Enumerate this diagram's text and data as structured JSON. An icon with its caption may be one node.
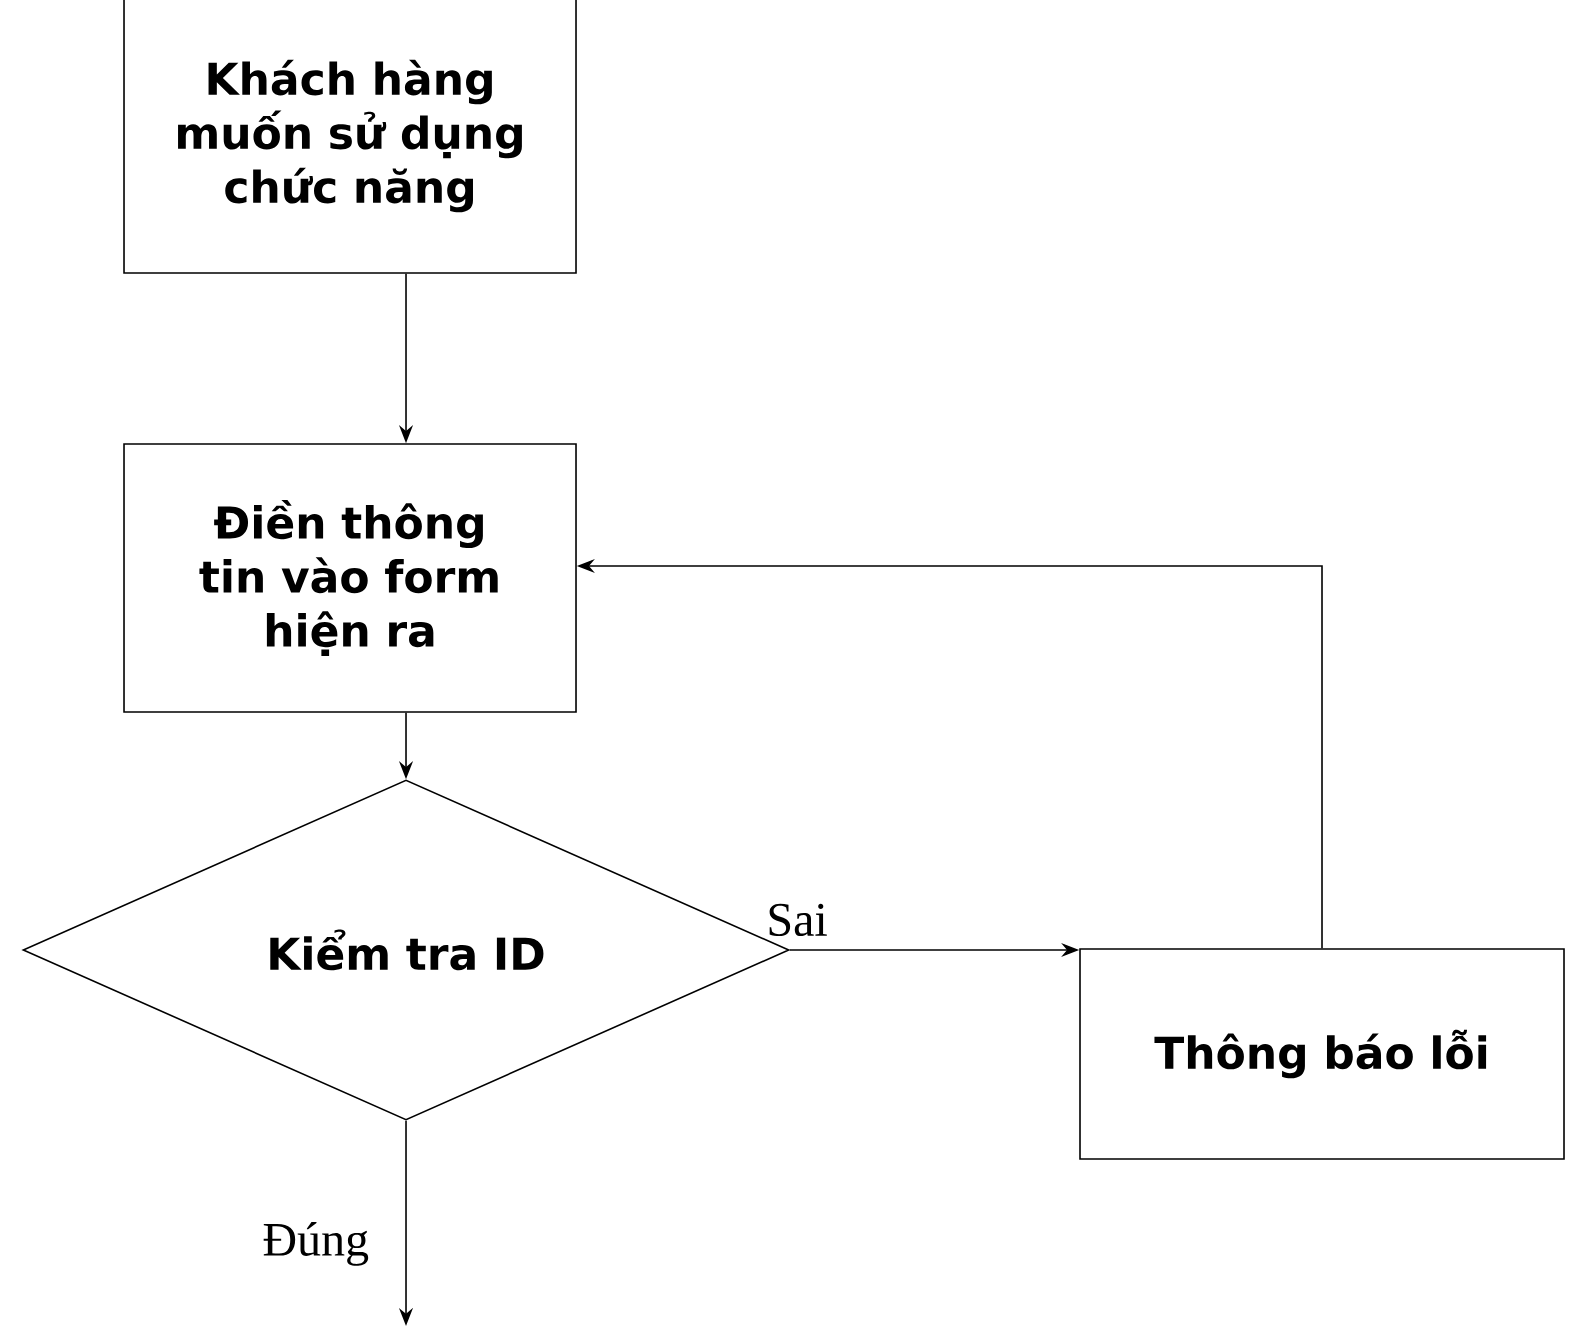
{
  "diagram": {
    "nodes": [
      {
        "text": [
          "Khách hàng muốn sử dụng chức năng"
        ]
      },
      {
        "text": [
          "Điền thông tin vào form hiện ra"
        ]
      },
      {
        "text": [
          "Kiểm tra ID"
        ]
      },
      {
        "text": [
          "Thông báo lỗi"
        ]
      }
    ],
    "edges": [
      {
        "from": 0,
        "to": 1,
        "arrow": "to"
      },
      {
        "from": 1,
        "to": 2,
        "arrow": "to"
      },
      {
        "from": 2,
        "to": 3,
        "arrow": "to",
        "label": "Sai"
      },
      {
        "from": 3,
        "to": 1,
        "arrow": "to"
      },
      {
        "from": 2,
        "to": null,
        "arrow": "to",
        "label": "Đúng"
      }
    ]
  }
}
